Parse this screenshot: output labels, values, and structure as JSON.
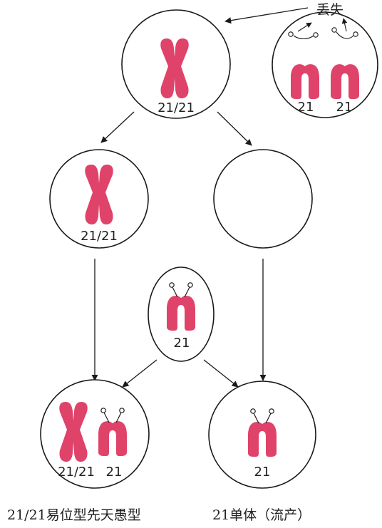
{
  "cells": {
    "parent_translocation": {
      "label": "21/21"
    },
    "parent_free": {
      "label_left": "21",
      "label_right": "21"
    },
    "gamete_translocation": {
      "label": "21/21"
    },
    "gamete_normal": {
      "label": "21"
    },
    "child_translocation": {
      "label_left": "21/21",
      "label_right": "21"
    },
    "child_monosomy": {
      "label": "21"
    }
  },
  "annotations": {
    "lost": "丢失"
  },
  "captions": {
    "left": "21/21易位型先天愚型",
    "right": "21单体（流产）"
  },
  "colors": {
    "chromosome": "#e0436a",
    "outline": "#1a1a1a"
  }
}
